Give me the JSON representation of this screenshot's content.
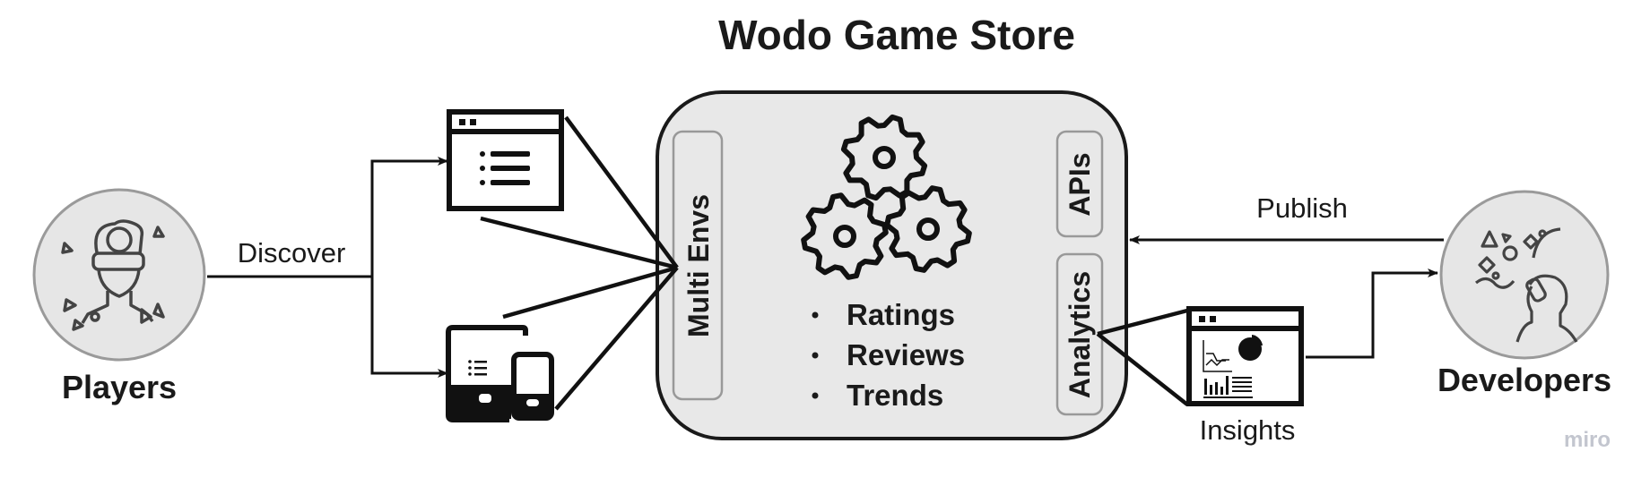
{
  "title": "Wodo Game Store",
  "players": {
    "label": "Players",
    "edge_label": "Discover"
  },
  "developers": {
    "label": "Developers",
    "edge_label": "Publish"
  },
  "store": {
    "left_pill": "Multi Envs",
    "right_pills": [
      "APIs",
      "Analytics"
    ],
    "features": [
      "Ratings",
      "Reviews",
      "Trends"
    ]
  },
  "insights": {
    "label": "Insights"
  },
  "watermark": "miro",
  "colors": {
    "box_fill": "#e8e8e8",
    "circle_fill": "#e6e6e6",
    "stroke": "#1a1a1a",
    "circle_stroke": "#9a9a9a",
    "watermark": "#c3c6cf"
  }
}
